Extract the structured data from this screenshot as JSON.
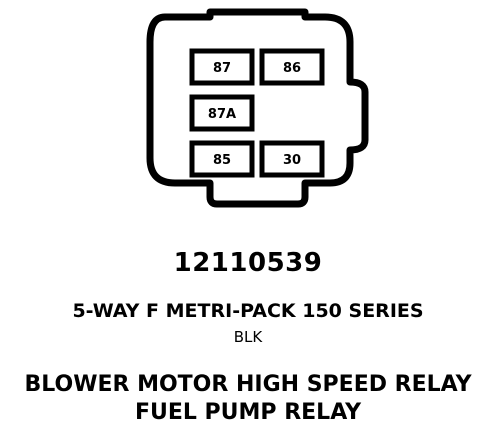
{
  "connector": {
    "pins": [
      {
        "id": "pin-87",
        "label": "87"
      },
      {
        "id": "pin-86",
        "label": "86"
      },
      {
        "id": "pin-87a",
        "label": "87A"
      },
      {
        "id": "pin-85",
        "label": "85"
      },
      {
        "id": "pin-30",
        "label": "30"
      }
    ]
  },
  "part_number": "12110539",
  "series": "5-WAY F METRI-PACK 150 SERIES",
  "color": "BLK",
  "usage": [
    "BLOWER MOTOR HIGH SPEED RELAY",
    "FUEL PUMP RELAY"
  ],
  "colors": {
    "stroke": "#000000",
    "background": "#ffffff"
  }
}
